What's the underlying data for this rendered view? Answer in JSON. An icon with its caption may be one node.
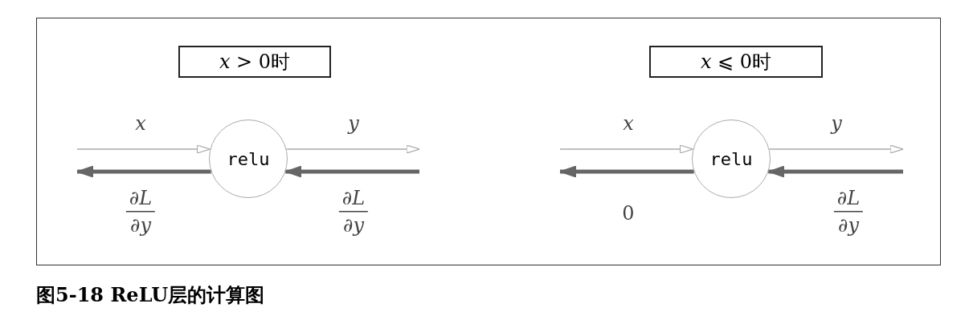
{
  "diagram": {
    "caption": "图5-18 ReLU层的计算图",
    "nodes": [
      {
        "text": [
          "*x* > 0时"
        ]
      },
      {
        "text": [
          "relu"
        ]
      },
      {
        "text": [
          "*x* ⩽ 0时"
        ]
      },
      {
        "text": [
          "relu"
        ]
      }
    ],
    "edges": [
      {
        "from": null,
        "to": 1,
        "arrow": "to",
        "label": "*x*",
        "color": "#aaaaaa"
      },
      {
        "from": 1,
        "to": null,
        "arrow": "to",
        "label": "*y*",
        "color": "#aaaaaa"
      },
      {
        "from": null,
        "to": 1,
        "arrow": "to",
        "label": "∂*L* ∂*y*",
        "style": "thick",
        "color": "#666666"
      },
      {
        "from": 1,
        "to": null,
        "arrow": "to",
        "label": "∂*L* ∂*y*",
        "style": "thick",
        "color": "#666666"
      },
      {
        "from": null,
        "to": 3,
        "arrow": "to",
        "label": "*x*",
        "color": "#aaaaaa"
      },
      {
        "from": 3,
        "to": null,
        "arrow": "to",
        "label": "*y*",
        "color": "#aaaaaa"
      },
      {
        "from": null,
        "to": 3,
        "arrow": "to",
        "label": "∂*L* ∂*y*",
        "style": "thick",
        "color": "#666666"
      },
      {
        "from": 3,
        "to": null,
        "arrow": "to",
        "label": "0",
        "style": "thick",
        "color": "#666666"
      }
    ]
  }
}
